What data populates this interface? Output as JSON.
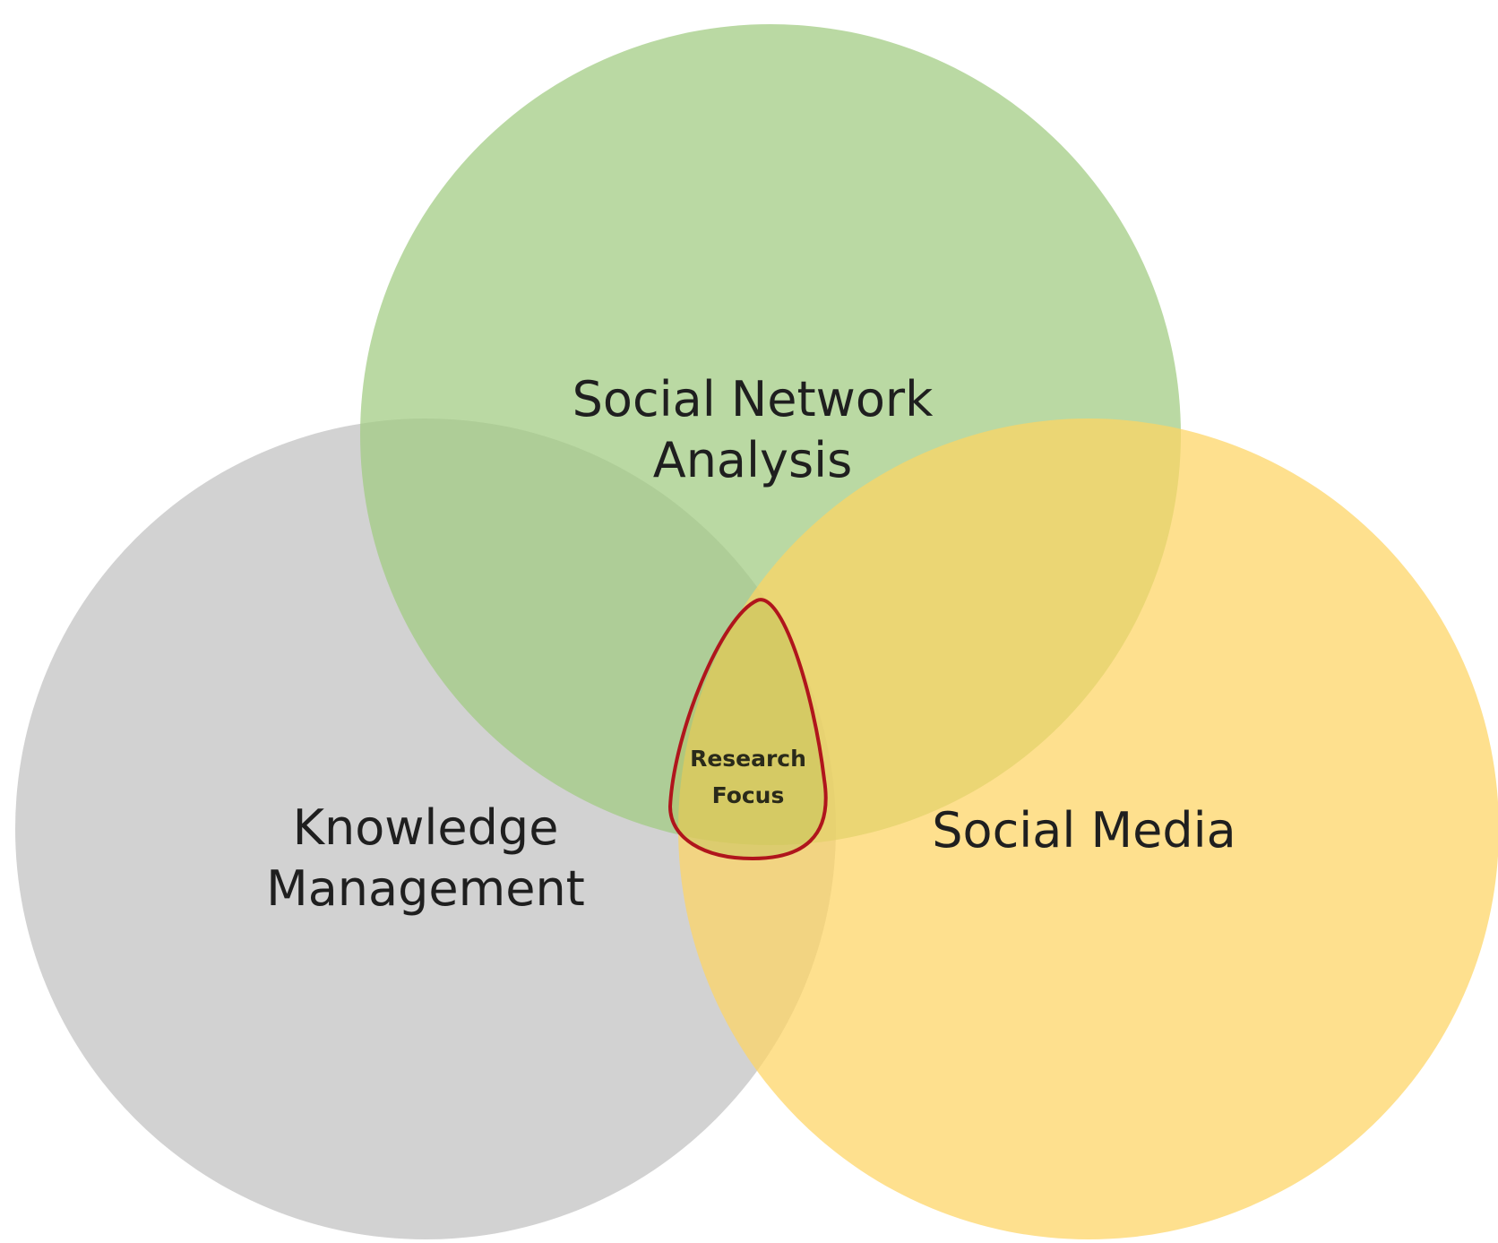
{
  "diagram": {
    "sets": [
      {
        "id": "sna",
        "lines": [
          "Social Network",
          "Analysis"
        ],
        "color": "#9fca7f"
      },
      {
        "id": "km",
        "lines": [
          "Knowledge",
          "Management"
        ],
        "color": "#c5c5c5"
      },
      {
        "id": "sm",
        "lines": [
          "Social Media"
        ],
        "color": "#fdd462"
      }
    ],
    "focus": {
      "lines": [
        "Research",
        "Focus"
      ],
      "outline_color": "#b0151c"
    }
  }
}
